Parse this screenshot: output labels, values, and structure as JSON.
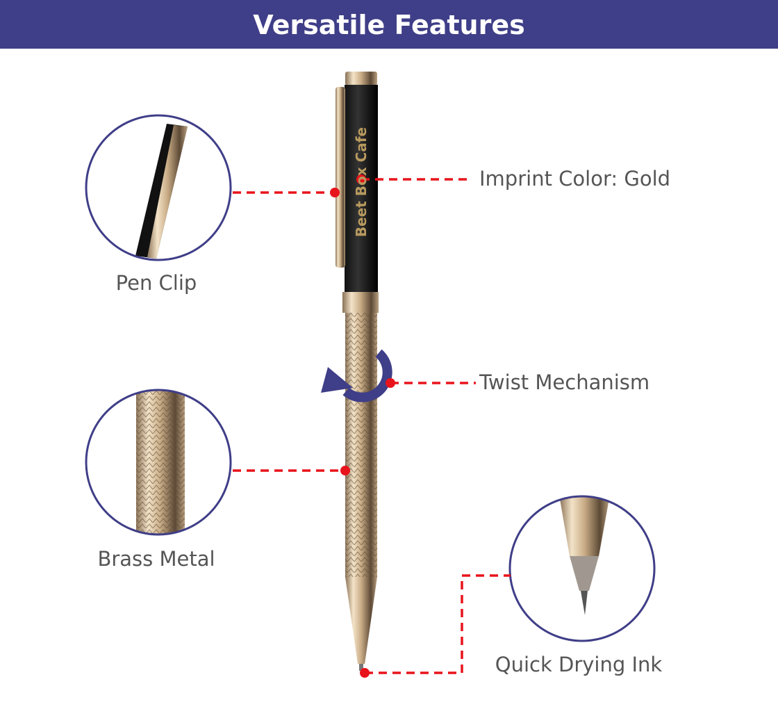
{
  "header": {
    "title": "Versatile Features"
  },
  "pen": {
    "imprint_text": "Beet Box Cafe"
  },
  "features": {
    "pen_clip": "Pen Clip",
    "imprint_color": "Imprint Color: Gold",
    "twist_mechanism": "Twist Mechanism",
    "brass_metal": "Brass Metal",
    "quick_drying_ink": "Quick Drying Ink"
  },
  "colors": {
    "brand": "#3f3e88",
    "callout": "#e8141c",
    "gold": "#c9b08a",
    "label": "#555555"
  }
}
